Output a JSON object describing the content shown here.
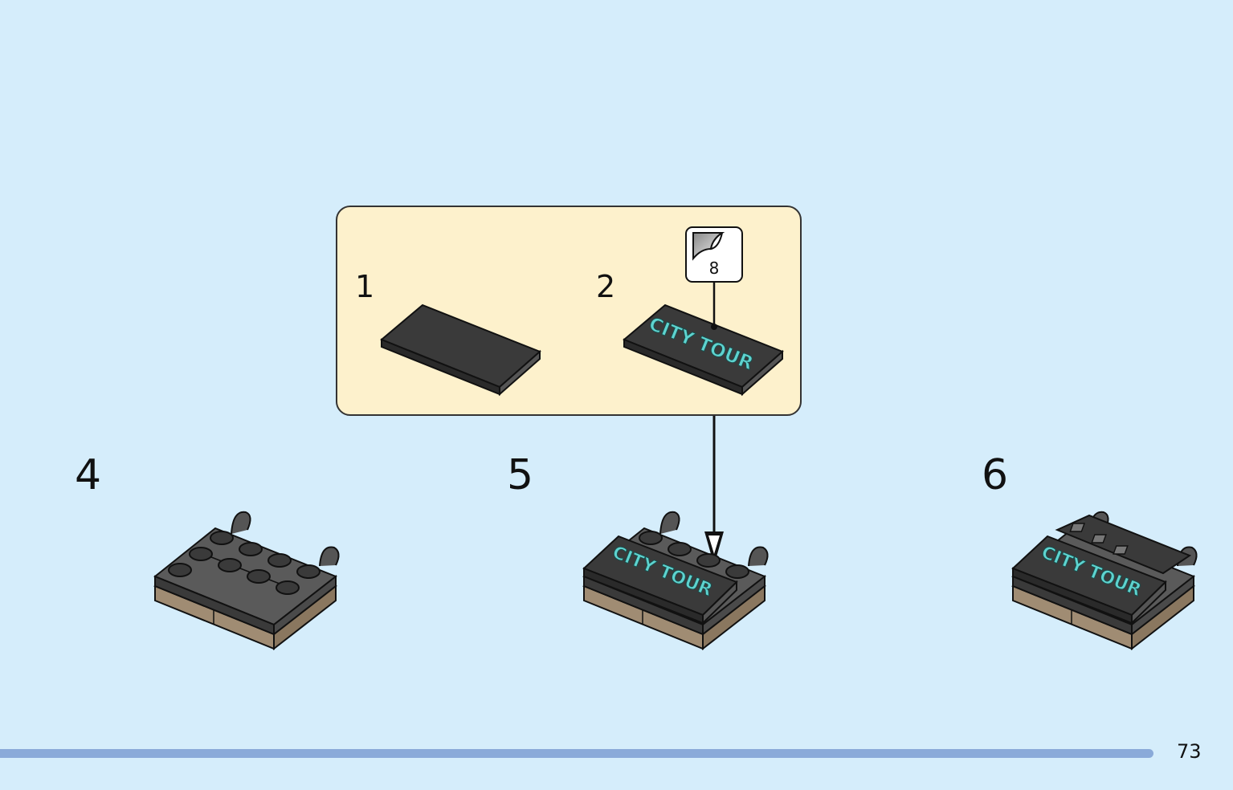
{
  "steps": {
    "step4": "4",
    "step5": "5",
    "step6": "6"
  },
  "callout": {
    "sub1": "1",
    "sub2": "2",
    "sticker_number": "8"
  },
  "decal_text": "CITY TOUR",
  "page_number": "73",
  "colors": {
    "background": "#d5edfb",
    "callout_bg": "#fdf1cc",
    "progress": "#8aaad9",
    "brick_dark": "#3b3b3b",
    "brick_tan": "#a08c73",
    "decal_teal": "#5ed3cf"
  },
  "icons": [
    "sticker-sheet-icon",
    "arrow-down-icon"
  ]
}
